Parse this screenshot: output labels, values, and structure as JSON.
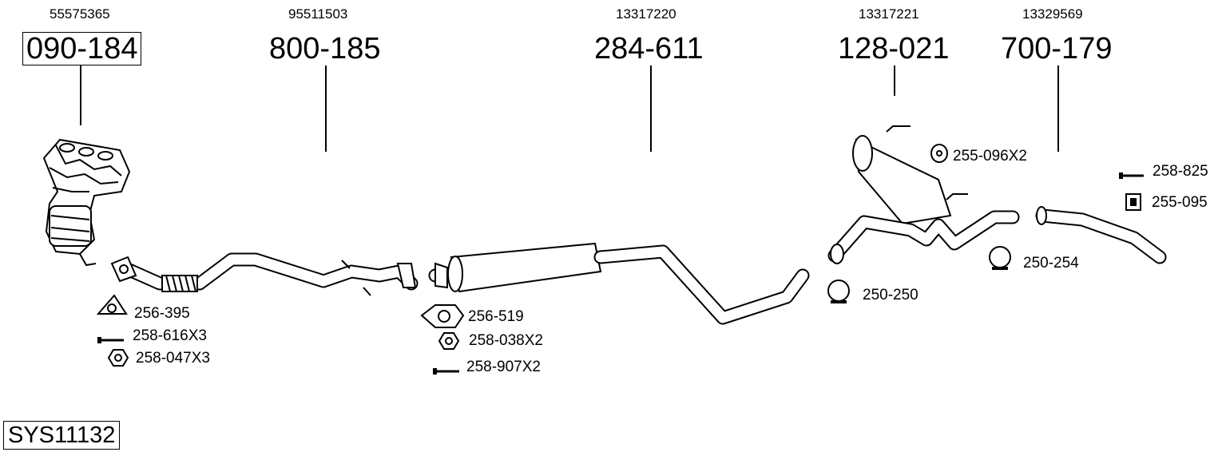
{
  "oem_numbers": [
    "55575365",
    "95511503",
    "13317220",
    "13317221",
    "13329569"
  ],
  "part_numbers": [
    "090-184",
    "800-185",
    "284-611",
    "128-021",
    "700-179"
  ],
  "accessories": {
    "a1": "256-395",
    "a2": "258-616X3",
    "a3": "258-047X3",
    "a4": "256-519",
    "a5": "258-038X2",
    "a6": "258-907X2",
    "a7": "255-096X2",
    "a8": "250-250",
    "a9": "250-254",
    "a10": "258-825",
    "a11": "255-095"
  },
  "system_id": "SYS11132"
}
